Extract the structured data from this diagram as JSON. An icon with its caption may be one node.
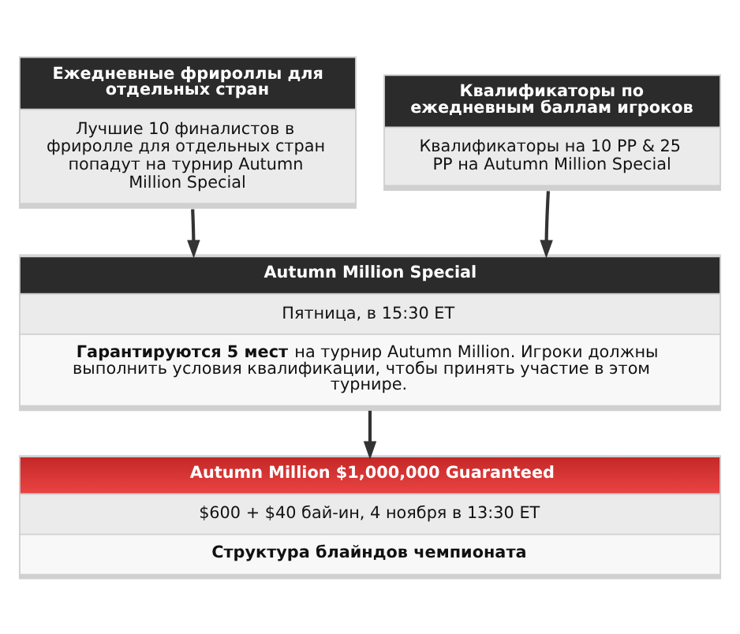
{
  "diagram": {
    "nodes": [
      {
        "text": [
          "Ежедневные фрироллы для отдельных стран",
          "Лучшие 10 финалистов в фриролле для отдельных стран попадут на турнир Autumn Million Special"
        ]
      },
      {
        "text": [
          "Квалификаторы по ежедневным баллам игроков",
          "Квалификаторы на 10 PP & 25 PP на Autumn Million Special"
        ]
      },
      {
        "text": [
          "Autumn Million Special",
          "Пятница, в 15:30 ET",
          "**Гарантируются 5 мест** на турнир Autumn Million. Игроки должны выполнить условия квалификации, чтобы принять участие в этом турнире."
        ]
      },
      {
        "text": [
          "Autumn Million $1,000,000 Guaranteed",
          "$600 + $40 бай-ин, 4 ноября в 13:30 ET",
          "Структура блайндов чемпионата"
        ]
      }
    ],
    "edges": [
      {
        "from": 0,
        "to": 2,
        "arrow": "to"
      },
      {
        "from": 1,
        "to": 2,
        "arrow": "to"
      },
      {
        "from": 2,
        "to": 3,
        "arrow": "to"
      }
    ]
  }
}
